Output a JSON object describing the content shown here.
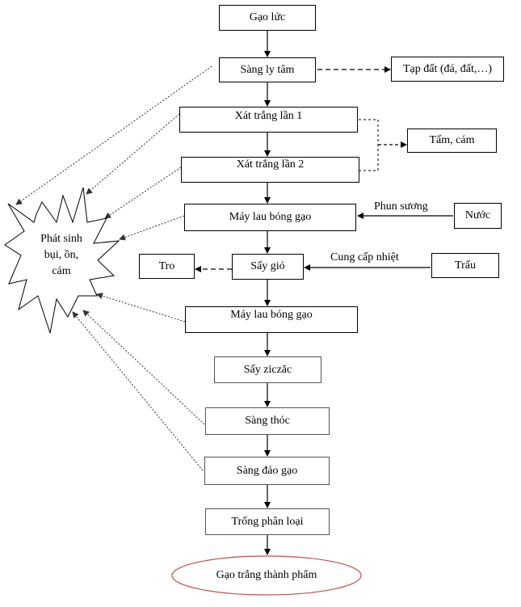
{
  "nodes": {
    "gao_luc": "Gạo lức",
    "sang_ly_tam": "Sàng ly tâm",
    "tap_dat": "Tạp đất (đá, đất,…)",
    "xat_trang_1": "Xát trắng lần 1",
    "tam_cam": "Tấm, cám",
    "xat_trang_2": "Xát trắng lần 2",
    "may_lau_1": "Máy lau bóng gạo",
    "nuoc": "Nước",
    "tro": "Tro",
    "say_gio": "Sấy gió",
    "trau": "Trấu",
    "may_lau_2": "Máy lau bóng gạo",
    "say_ziczac": "Sấy ziczăc",
    "sang_thoc": "Sàng thóc",
    "sang_dao": "Sàng đảo gạo",
    "trong_phan_loai": "Trống phân loại",
    "gao_trang": "Gạo trắng thành phẩm"
  },
  "labels": {
    "phun_suong": "Phun sương",
    "cung_cap_nhiet": "Cung cấp nhiệt"
  },
  "star": {
    "line1": "Phát sinh",
    "line2": "bụi, ồn,",
    "line3": "cám"
  },
  "colors": {
    "oval_border": "#c0504d"
  }
}
